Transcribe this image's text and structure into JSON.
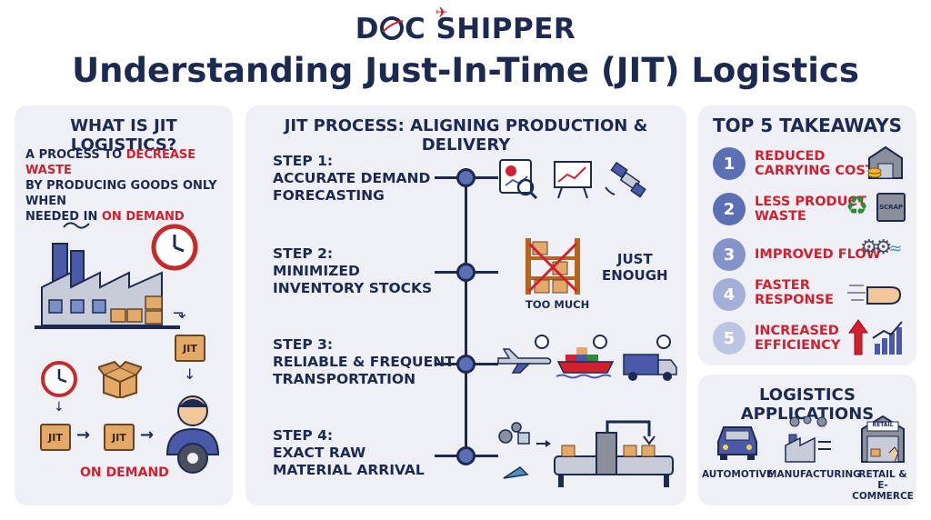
{
  "brand": {
    "name_part1": "D",
    "name_part2": "C SHIPPER"
  },
  "title": "Understanding Just-In-Time (JIT) Logistics",
  "what_is": {
    "heading": "What is JIT Logistics?",
    "line1_a": "A process to ",
    "line1_b": "decrease waste",
    "line2": "by producing goods only when",
    "line3_a": "needed in ",
    "line3_b": "on demand",
    "box_label": "JIT",
    "on_demand": "ON DEMAND"
  },
  "process": {
    "heading": "JIT Process: Aligning Production & Delivery",
    "steps": [
      {
        "title": "Step 1:",
        "l1": "Accurate Demand",
        "l2": "Forecasting"
      },
      {
        "title": "Step 2:",
        "l1": "Minimized",
        "l2": "Inventory Stocks"
      },
      {
        "title": "Step 3:",
        "l1": "Reliable & Frequent",
        "l2": "Transportation"
      },
      {
        "title": "Step 4:",
        "l1": "Exact Raw",
        "l2": "Material Arrival"
      }
    ],
    "too_much": "TOO MUCH",
    "just_enough_1": "JUST",
    "just_enough_2": "ENOUGH"
  },
  "takeaways": {
    "heading": "Top 5 Takeaways",
    "items": [
      {
        "n": "1",
        "l1": "Reduced",
        "l2": "Carrying Costs"
      },
      {
        "n": "2",
        "l1": "Less Product",
        "l2": "Waste"
      },
      {
        "n": "3",
        "l1": "Improved Flow",
        "l2": ""
      },
      {
        "n": "4",
        "l1": "Faster",
        "l2": "Response"
      },
      {
        "n": "5",
        "l1": "Increased",
        "l2": "Efficiency"
      }
    ],
    "scrap_label": "SCRAP"
  },
  "applications": {
    "heading": "Logistics Applications",
    "items": [
      {
        "l1": "Automotive",
        "l2": ""
      },
      {
        "l1": "Manufacturing",
        "l2": ""
      },
      {
        "l1": "Retail &",
        "l2": "E-Commerce"
      }
    ],
    "retail_sign": "RETAIL"
  },
  "colors": {
    "navy": "#1c2a52",
    "red": "#d2202f",
    "panel": "#eef0f6",
    "accent": "#5b6fb4"
  }
}
